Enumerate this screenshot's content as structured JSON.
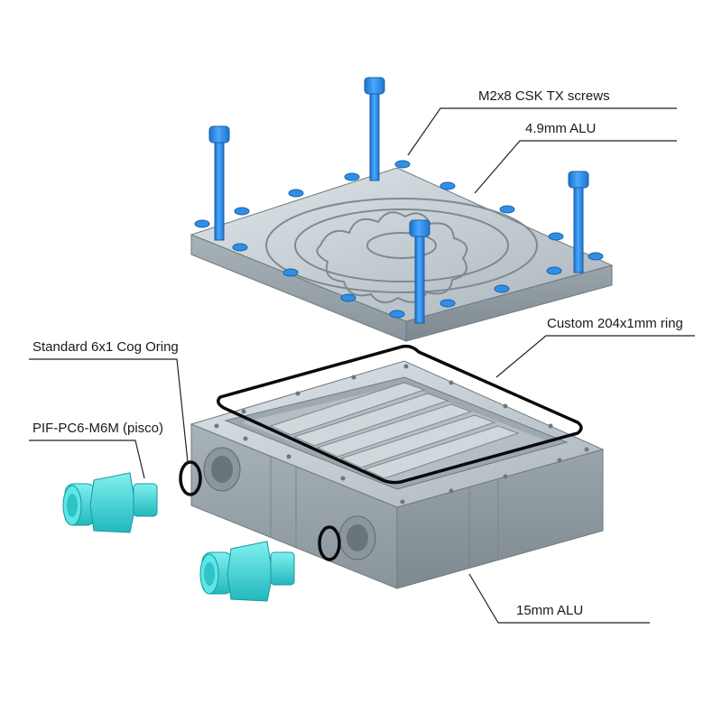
{
  "labels": {
    "screws": "M2x8 CSK TX screws",
    "top_plate": "4.9mm ALU",
    "ring": "Custom 204x1mm ring",
    "cog_oring": "Standard 6x1 Cog Oring",
    "fitting": "PIF-PC6-M6M (pisco)",
    "base": "15mm ALU"
  },
  "colors": {
    "aluminium": "#b9c3c9",
    "aluminium_dark": "#8e999f",
    "aluminium_light": "#d5dde1",
    "screw_blue": "#2f8fe8",
    "fitting_cyan": "#3fd6d6",
    "oring_black": "#0a0a0a",
    "leader_line": "#222222"
  },
  "icons": {
    "screws": "socket-head-screw-icon",
    "fittings": "push-in-fitting-icon"
  }
}
